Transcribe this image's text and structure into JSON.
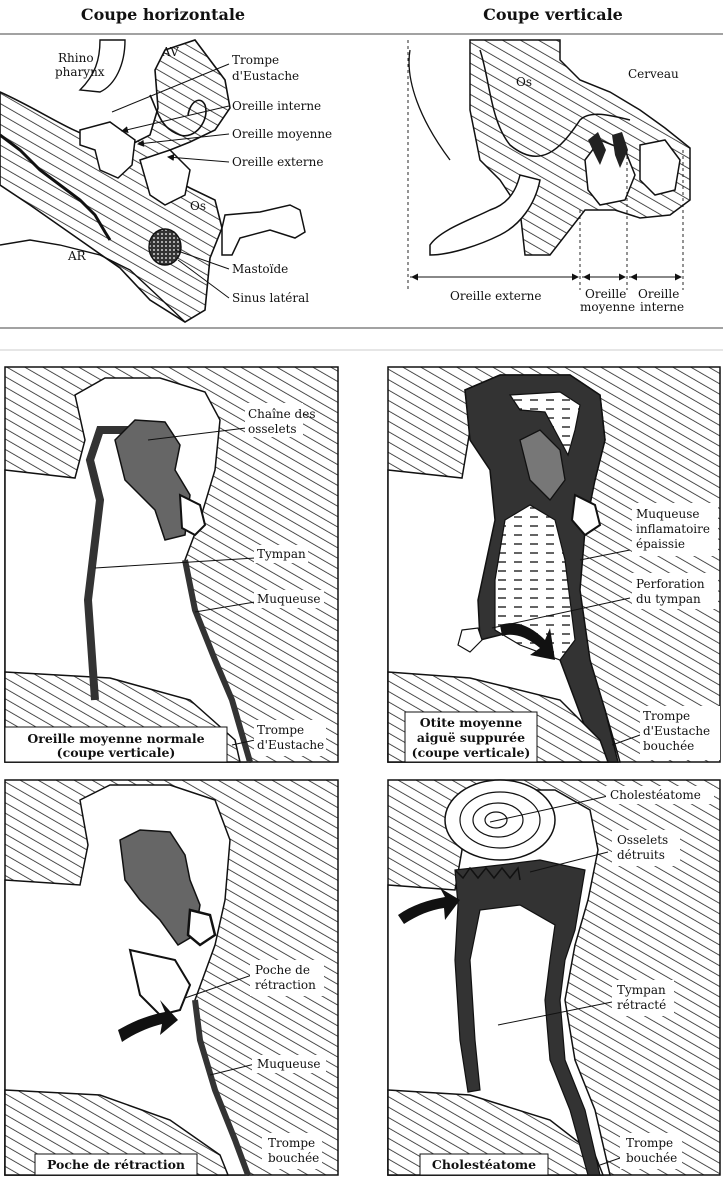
{
  "header": {
    "left_title": "Coupe horizontale",
    "right_title": "Coupe verticale"
  },
  "top_left": {
    "labels": {
      "rhino": "Rhino",
      "pharynx": "pharynx",
      "av": "AV",
      "trompe": "Trompe",
      "eustache": "d'Eustache",
      "oreille_interne": "Oreille interne",
      "oreille_moyenne": "Oreille moyenne",
      "oreille_externe": "Oreille externe",
      "os": "Os",
      "ar": "AR",
      "mastoide": "Mastoïde",
      "sinus": "Sinus latéral"
    }
  },
  "top_right": {
    "labels": {
      "os": "Os",
      "cerveau": "Cerveau",
      "oreille_externe": "Oreille externe",
      "oreille": "Oreille",
      "moyenne": "moyenne",
      "oreille2": "Oreille",
      "interne": "interne"
    }
  },
  "panels": {
    "normal": {
      "chaine1": "Chaîne des",
      "chaine2": "osselets",
      "tympan": "Tympan",
      "muqueuse": "Muqueuse",
      "trompe1": "Trompe",
      "trompe2": "d'Eustache",
      "caption1": "Oreille moyenne normale",
      "caption2": "(coupe verticale)"
    },
    "otite": {
      "muq1": "Muqueuse",
      "muq2": "inflamatoire",
      "muq3": "épaissie",
      "perf1": "Perforation",
      "perf2": "du tympan",
      "trompe1": "Trompe",
      "trompe2": "d'Eustache",
      "trompe3": "bouchée",
      "caption1": "Otite moyenne",
      "caption2": "aiguë suppurée",
      "caption3": "(coupe verticale)"
    },
    "poche": {
      "poche1": "Poche de",
      "poche2": "rétraction",
      "muqueuse": "Muqueuse",
      "trompe1": "Trompe",
      "trompe2": "bouchée",
      "caption": "Poche de rétraction"
    },
    "cholesteatome": {
      "chol": "Cholestéatome",
      "oss1": "Osselets",
      "oss2": "détruits",
      "tymp1": "Tympan",
      "tymp2": "rétracté",
      "trompe1": "Trompe",
      "trompe2": "bouchée",
      "caption": "Cholestéatome"
    }
  }
}
